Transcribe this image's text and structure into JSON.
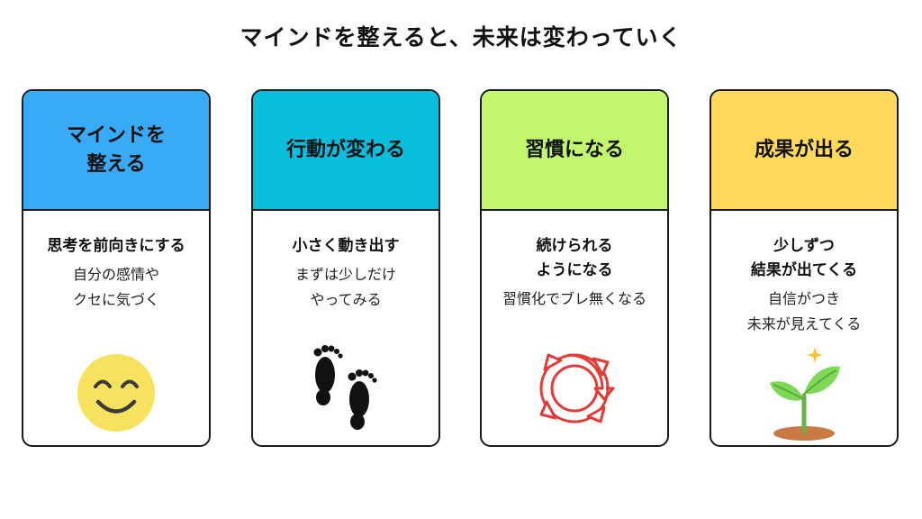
{
  "title": "マインドを整えると、未来は変わっていく",
  "cards": [
    {
      "header": "マインドを\n整える",
      "color": "#38aaf6",
      "subtitle": "思考を前向きにする",
      "description": "自分の感情や\nクセに気づく",
      "icon": "smiley-face-icon"
    },
    {
      "header": "行動が変わる",
      "color": "#0abddc",
      "subtitle": "小さく動き出す",
      "description": "まずは少しだけ\nやってみる",
      "icon": "footprints-icon"
    },
    {
      "header": "習慣になる",
      "color": "#c2f66c",
      "subtitle": "続けられる\nようになる",
      "description": "習慣化でブレ無くなる",
      "icon": "cycle-arrows-icon"
    },
    {
      "header": "成果が出る",
      "color": "#ffd95c",
      "subtitle": "少しずつ\n結果が出てくる",
      "description": "自信がつき\n未来が見えてくる",
      "icon": "sprout-icon"
    }
  ]
}
